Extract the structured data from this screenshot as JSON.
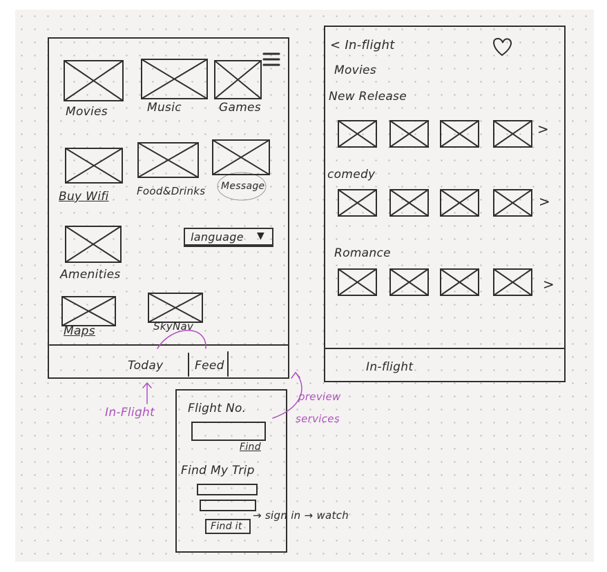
{
  "home_screen": {
    "tiles": [
      {
        "label": "Movies"
      },
      {
        "label": "Music"
      },
      {
        "label": "Games"
      },
      {
        "label": "Buy Wifi"
      },
      {
        "label": "Food&Drinks"
      },
      {
        "label": "Message"
      },
      {
        "label": "Amenities"
      },
      {
        "label": "Maps"
      },
      {
        "label": "SkyNav"
      }
    ],
    "language_dropdown": "language",
    "tabs": [
      "Today",
      "Feed"
    ]
  },
  "movies_screen": {
    "back_title": "< In-flight",
    "heading": "Movies",
    "sections": [
      {
        "title": "New Release",
        "more": ">"
      },
      {
        "title": "comedy",
        "more": ">"
      },
      {
        "title": "Romance",
        "more": ">"
      }
    ],
    "footer": "In-flight"
  },
  "find_screen": {
    "flight_label": "Flight No.",
    "find_link": "Find",
    "trip_label": "Find My Trip",
    "find_it_button": "Find it",
    "flow_note": "→ sign in → watch"
  },
  "annotations": {
    "in_flight": "In-Flight",
    "preview": "preview",
    "services": "services"
  },
  "colors": {
    "ink": "#2a2a2a",
    "annotation": "#b04fc0",
    "paper": "#f4f3f1"
  }
}
